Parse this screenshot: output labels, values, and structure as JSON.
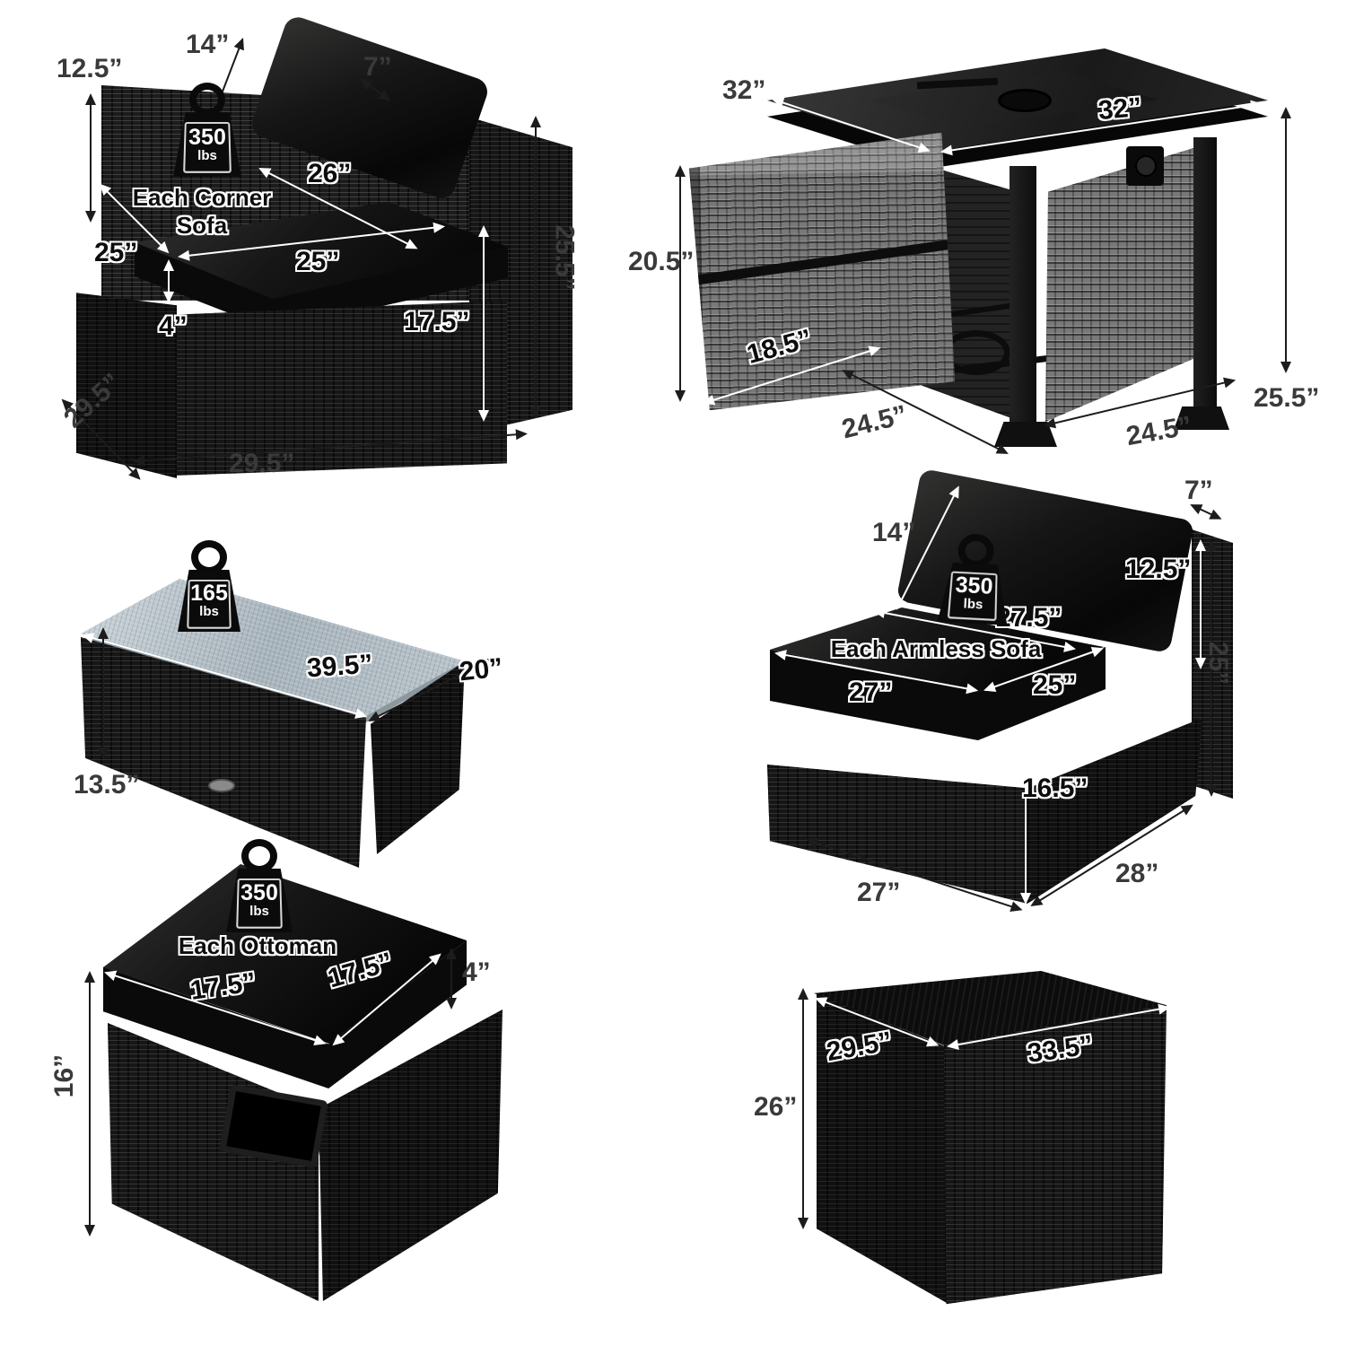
{
  "corner_sofa": {
    "title_line1": "Each Corner",
    "title_line2": "Sofa",
    "weight_value": "350",
    "weight_unit": "lbs",
    "back_height": "12.5”",
    "back_top_depth": "14”",
    "pillow_thickness": "7”",
    "back_cushion_width": "26”",
    "seat_depth": "25”",
    "seat_width": "25”",
    "cushion_thickness": "4”",
    "base_height": "17.5”",
    "total_height": "25.5”",
    "overall_depth": "29.5”",
    "overall_width": "29.5”"
  },
  "fire_pit_table": {
    "top_side_left": "32”",
    "top_side_right": "32”",
    "door_height": "20.5”",
    "door_width": "18.5”",
    "base_side_left": "24.5”",
    "base_side_right": "24.5”",
    "total_height": "25.5”"
  },
  "coffee_table": {
    "weight_value": "165",
    "weight_unit": "lbs",
    "top_length": "39.5”",
    "top_width": "20”",
    "height": "13.5”"
  },
  "armless_sofa": {
    "title": "Each Armless Sofa",
    "weight_value": "350",
    "weight_unit": "lbs",
    "pillow_thickness": "7”",
    "back_top_depth": "14”",
    "back_height": "12.5”",
    "back_cushion_width": "27.5”",
    "seat_width": "27”",
    "seat_depth": "25”",
    "total_height": "25”",
    "base_height": "16.5”",
    "overall_width": "27”",
    "overall_depth": "28”"
  },
  "ottoman": {
    "title": "Each Ottoman",
    "weight_value": "350",
    "weight_unit": "lbs",
    "top_depth": "17.5”",
    "top_width": "17.5”",
    "cushion_thickness": "4”",
    "base_height": "16”"
  },
  "storage_box": {
    "top_depth": "29.5”",
    "top_width": "33.5”",
    "height": "26”"
  }
}
